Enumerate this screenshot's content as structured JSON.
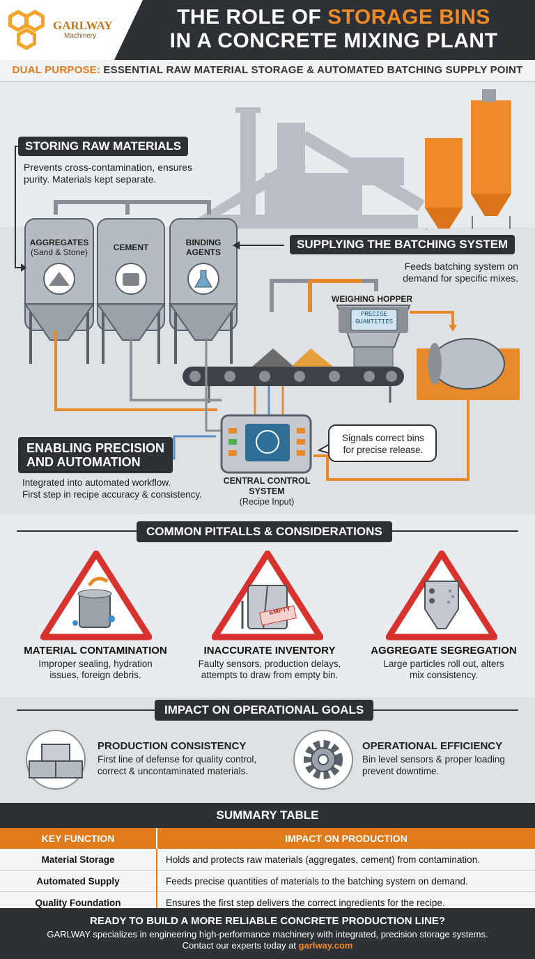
{
  "brand": {
    "name": "GARLWAY",
    "sub": "Machinery"
  },
  "title": {
    "line1_pre": "THE ROLE OF ",
    "line1_hl": "STORAGE BINS",
    "line2": "IN A CONCRETE MIXING PLANT"
  },
  "subtitle": {
    "hl": "DUAL PURPOSE:",
    "text": " ESSENTIAL RAW MATERIAL STORAGE & AUTOMATED BATCHING SUPPLY POINT"
  },
  "diagram": {
    "storing": {
      "title": "STORING RAW MATERIALS",
      "desc1": "Prevents cross-contamination, ensures",
      "desc2": "purity. Materials kept separate."
    },
    "bins": [
      {
        "label1": "AGGREGATES",
        "label2": "(Sand & Stone)"
      },
      {
        "label1": "CEMENT",
        "label2": ""
      },
      {
        "label1": "BINDING",
        "label2": "AGENTS"
      }
    ],
    "supplying": {
      "title": "SUPPLYING THE BATCHING SYSTEM",
      "desc1": "Feeds batching system on",
      "desc2": "demand for specific mixes."
    },
    "hopper": {
      "title": "WEIGHING HOPPER",
      "screen1": "PRECISE",
      "screen2": "GUANTITIES"
    },
    "enabling": {
      "title1": "ENABLING PRECISION",
      "title2": "AND AUTOMATION",
      "desc1": "Integrated into automated workflow.",
      "desc2": "First step in recipe accuracy & consistency."
    },
    "control": {
      "title1": "CENTRAL CONTROL",
      "title2": "SYSTEM",
      "sub": "(Recipe Input)"
    },
    "signal": {
      "line1": "Signals correct bins",
      "line2": "for precise release."
    }
  },
  "pitfalls": {
    "heading": "COMMON PITFALLS & CONSIDERATIONS",
    "items": [
      {
        "title": "MATERIAL CONTAMINATION",
        "desc1": "Improper sealing, hydration",
        "desc2": "issues, foreign debris."
      },
      {
        "title": "INACCURATE INVENTORY",
        "desc1": "Faulty sensors, production delays,",
        "desc2": "attempts to draw from empty bin.",
        "sign": "EMPTY"
      },
      {
        "title": "AGGREGATE SEGREGATION",
        "desc1": "Large particles roll out, alters",
        "desc2": "mix consistency."
      }
    ]
  },
  "impact": {
    "heading": "IMPACT ON OPERATIONAL GOALS",
    "items": [
      {
        "title": "PRODUCTION CONSISTENCY",
        "desc1": "First line of defense for quality control,",
        "desc2": "correct & uncontaminated materials."
      },
      {
        "title": "OPERATIONAL EFFICIENCY",
        "desc1": "Bin level sensors & proper loading",
        "desc2": "prevent downtime."
      }
    ]
  },
  "summary": {
    "title": "SUMMARY TABLE",
    "headers": [
      "KEY FUNCTION",
      "IMPACT ON PRODUCTION"
    ],
    "rows": [
      [
        "Material Storage",
        "Holds and protects raw materials (aggregates, cement) from contamination."
      ],
      [
        "Automated Supply",
        "Feeds precise quantities of materials to the batching system on demand."
      ],
      [
        "Quality Foundation",
        "Ensures the first step delivers the correct ingredients for the recipe."
      ]
    ]
  },
  "footer": {
    "cta": "READY TO BUILD A MORE RELIABLE CONCRETE PRODUCTION LINE?",
    "line2": "GARLWAY specializes in engineering high-performance machinery with integrated, precision storage systems.",
    "line3_pre": "Contact our experts today at ",
    "link": "garlway.com"
  },
  "colors": {
    "accent": "#e07a1a",
    "dark": "#2d3135",
    "warning_red": "#d8322f"
  }
}
